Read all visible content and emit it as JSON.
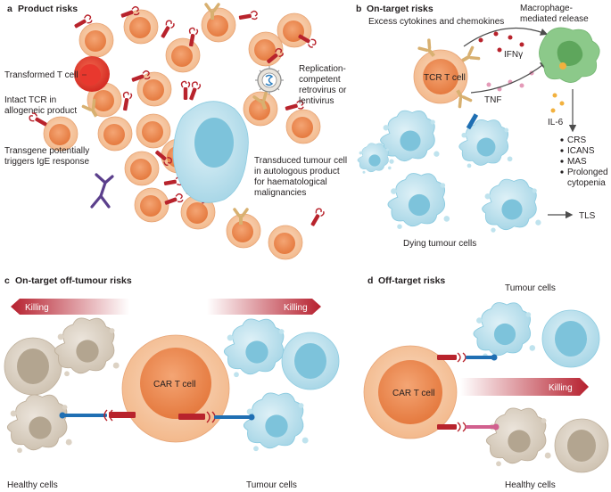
{
  "colors": {
    "tcell_outer": "#f6c8a3",
    "tcell_inner": "#ee8e5a",
    "transformed": "#e8382e",
    "receptor_red": "#b8232c",
    "tumour_outer": "#bfe3ee",
    "tumour_inner": "#6fbfd8",
    "healthy_outer": "#dcd2c4",
    "healthy_inner": "#b3a590",
    "macrophage": "#8cc98a",
    "car_blue": "#1f6fb3",
    "off_pink": "#d1608e",
    "tcr_tan": "#d8b070",
    "ige_purple": "#5b3f8c",
    "arrow_grey": "#4d4d4d",
    "killing_red": "#b6202e"
  },
  "panel_a": {
    "letter": "a",
    "title": "Product risks",
    "labels": {
      "transformed": "Transformed T cell",
      "intact_1": "Intact TCR in",
      "intact_2": "allogeneic product",
      "transgene_1": "Transgene potentially",
      "transgene_2": "triggers IgE response",
      "virus_1": "Replication-",
      "virus_2": "competent",
      "virus_3": "retrovirus or",
      "virus_4": "lentivirus",
      "tumour_1": "Transduced tumour cell",
      "tumour_2": "in autologous product",
      "tumour_3": "for haematological",
      "tumour_4": "malignancies"
    },
    "icons": [
      "t-cell-icon",
      "tumour-cell-icon",
      "virus-icon",
      "tcr-icon",
      "car-receptor-icon",
      "ige-antibody-icon"
    ]
  },
  "panel_b": {
    "letter": "b",
    "title": "On-target risks",
    "labels": {
      "excess": "Excess cytokines and chemokines",
      "macro_1": "Macrophage-",
      "macro_2": "mediated release",
      "tcr_cell": "TCR T cell",
      "ifn": "IFNγ",
      "tnf": "TNF",
      "il6": "IL-6",
      "dying": "Dying tumour cells",
      "tls": "TLS"
    },
    "outcomes": [
      "CRS",
      "ICANS",
      "MAS",
      "Prolonged",
      "cytopenia"
    ]
  },
  "panel_c": {
    "letter": "c",
    "title": "On-target off-tumour risks",
    "killing_left": "Killing",
    "killing_right": "Killing",
    "car_cell": "CAR T cell",
    "healthy": "Healthy cells",
    "tumour": "Tumour cells"
  },
  "panel_d": {
    "letter": "d",
    "title": "Off-target risks",
    "tumour": "Tumour cells",
    "car_cell": "CAR T cell",
    "killing": "Killing",
    "healthy": "Healthy cells"
  }
}
